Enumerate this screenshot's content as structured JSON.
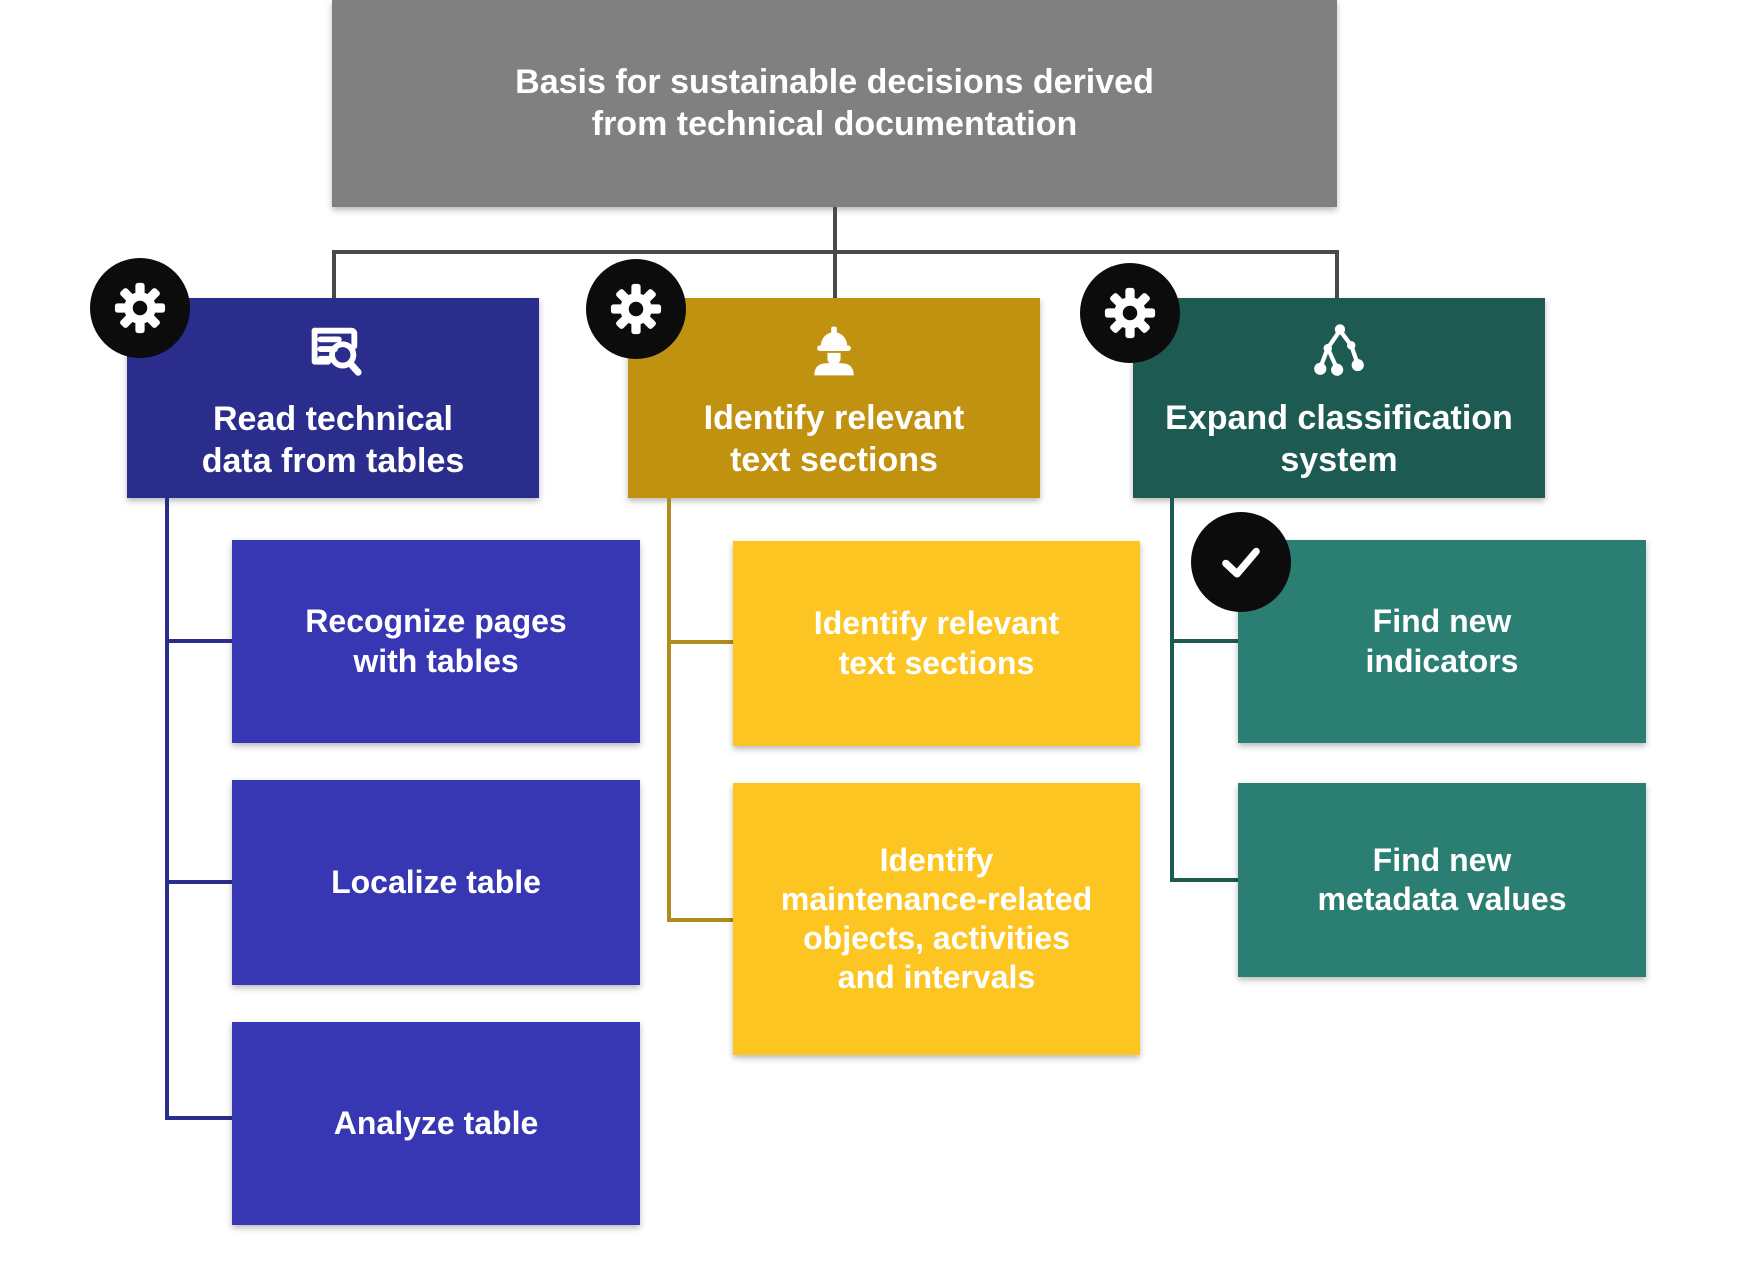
{
  "diagram": {
    "root": {
      "title": "Basis for sustainable decisions derived\nfrom technical documentation",
      "bg_color": "#808080"
    },
    "connector_color": "#4a4a4a",
    "branches": [
      {
        "label": "Read technical\ndata from tables",
        "icon": "document-search-icon",
        "badge": "gear-badge",
        "colors": {
          "header": "#2b2d8c",
          "child": "#3737b3",
          "connector": "#2b2d8c"
        },
        "children": [
          {
            "label": "Recognize pages\nwith tables"
          },
          {
            "label": "Localize table"
          },
          {
            "label": "Analyze table"
          }
        ]
      },
      {
        "label": "Identify relevant\ntext sections",
        "icon": "construction-worker-icon",
        "badge": "gear-badge",
        "colors": {
          "header": "#c19210",
          "child": "#fdc521",
          "connector": "#b08c1d"
        },
        "children": [
          {
            "label": "Identify relevant\ntext sections"
          },
          {
            "label": "Identify\nmaintenance-related\nobjects, activities\nand intervals"
          }
        ]
      },
      {
        "label": "Expand classification\nsystem",
        "icon": "hierarchy-icon",
        "badge": "gear-badge",
        "colors": {
          "header": "#1d5b52",
          "child": "#2b7e72",
          "connector": "#1d5b52"
        },
        "children": [
          {
            "label": "Find new\nindicators",
            "badge": "check-badge"
          },
          {
            "label": "Find new\nmetadata values"
          }
        ]
      }
    ]
  }
}
